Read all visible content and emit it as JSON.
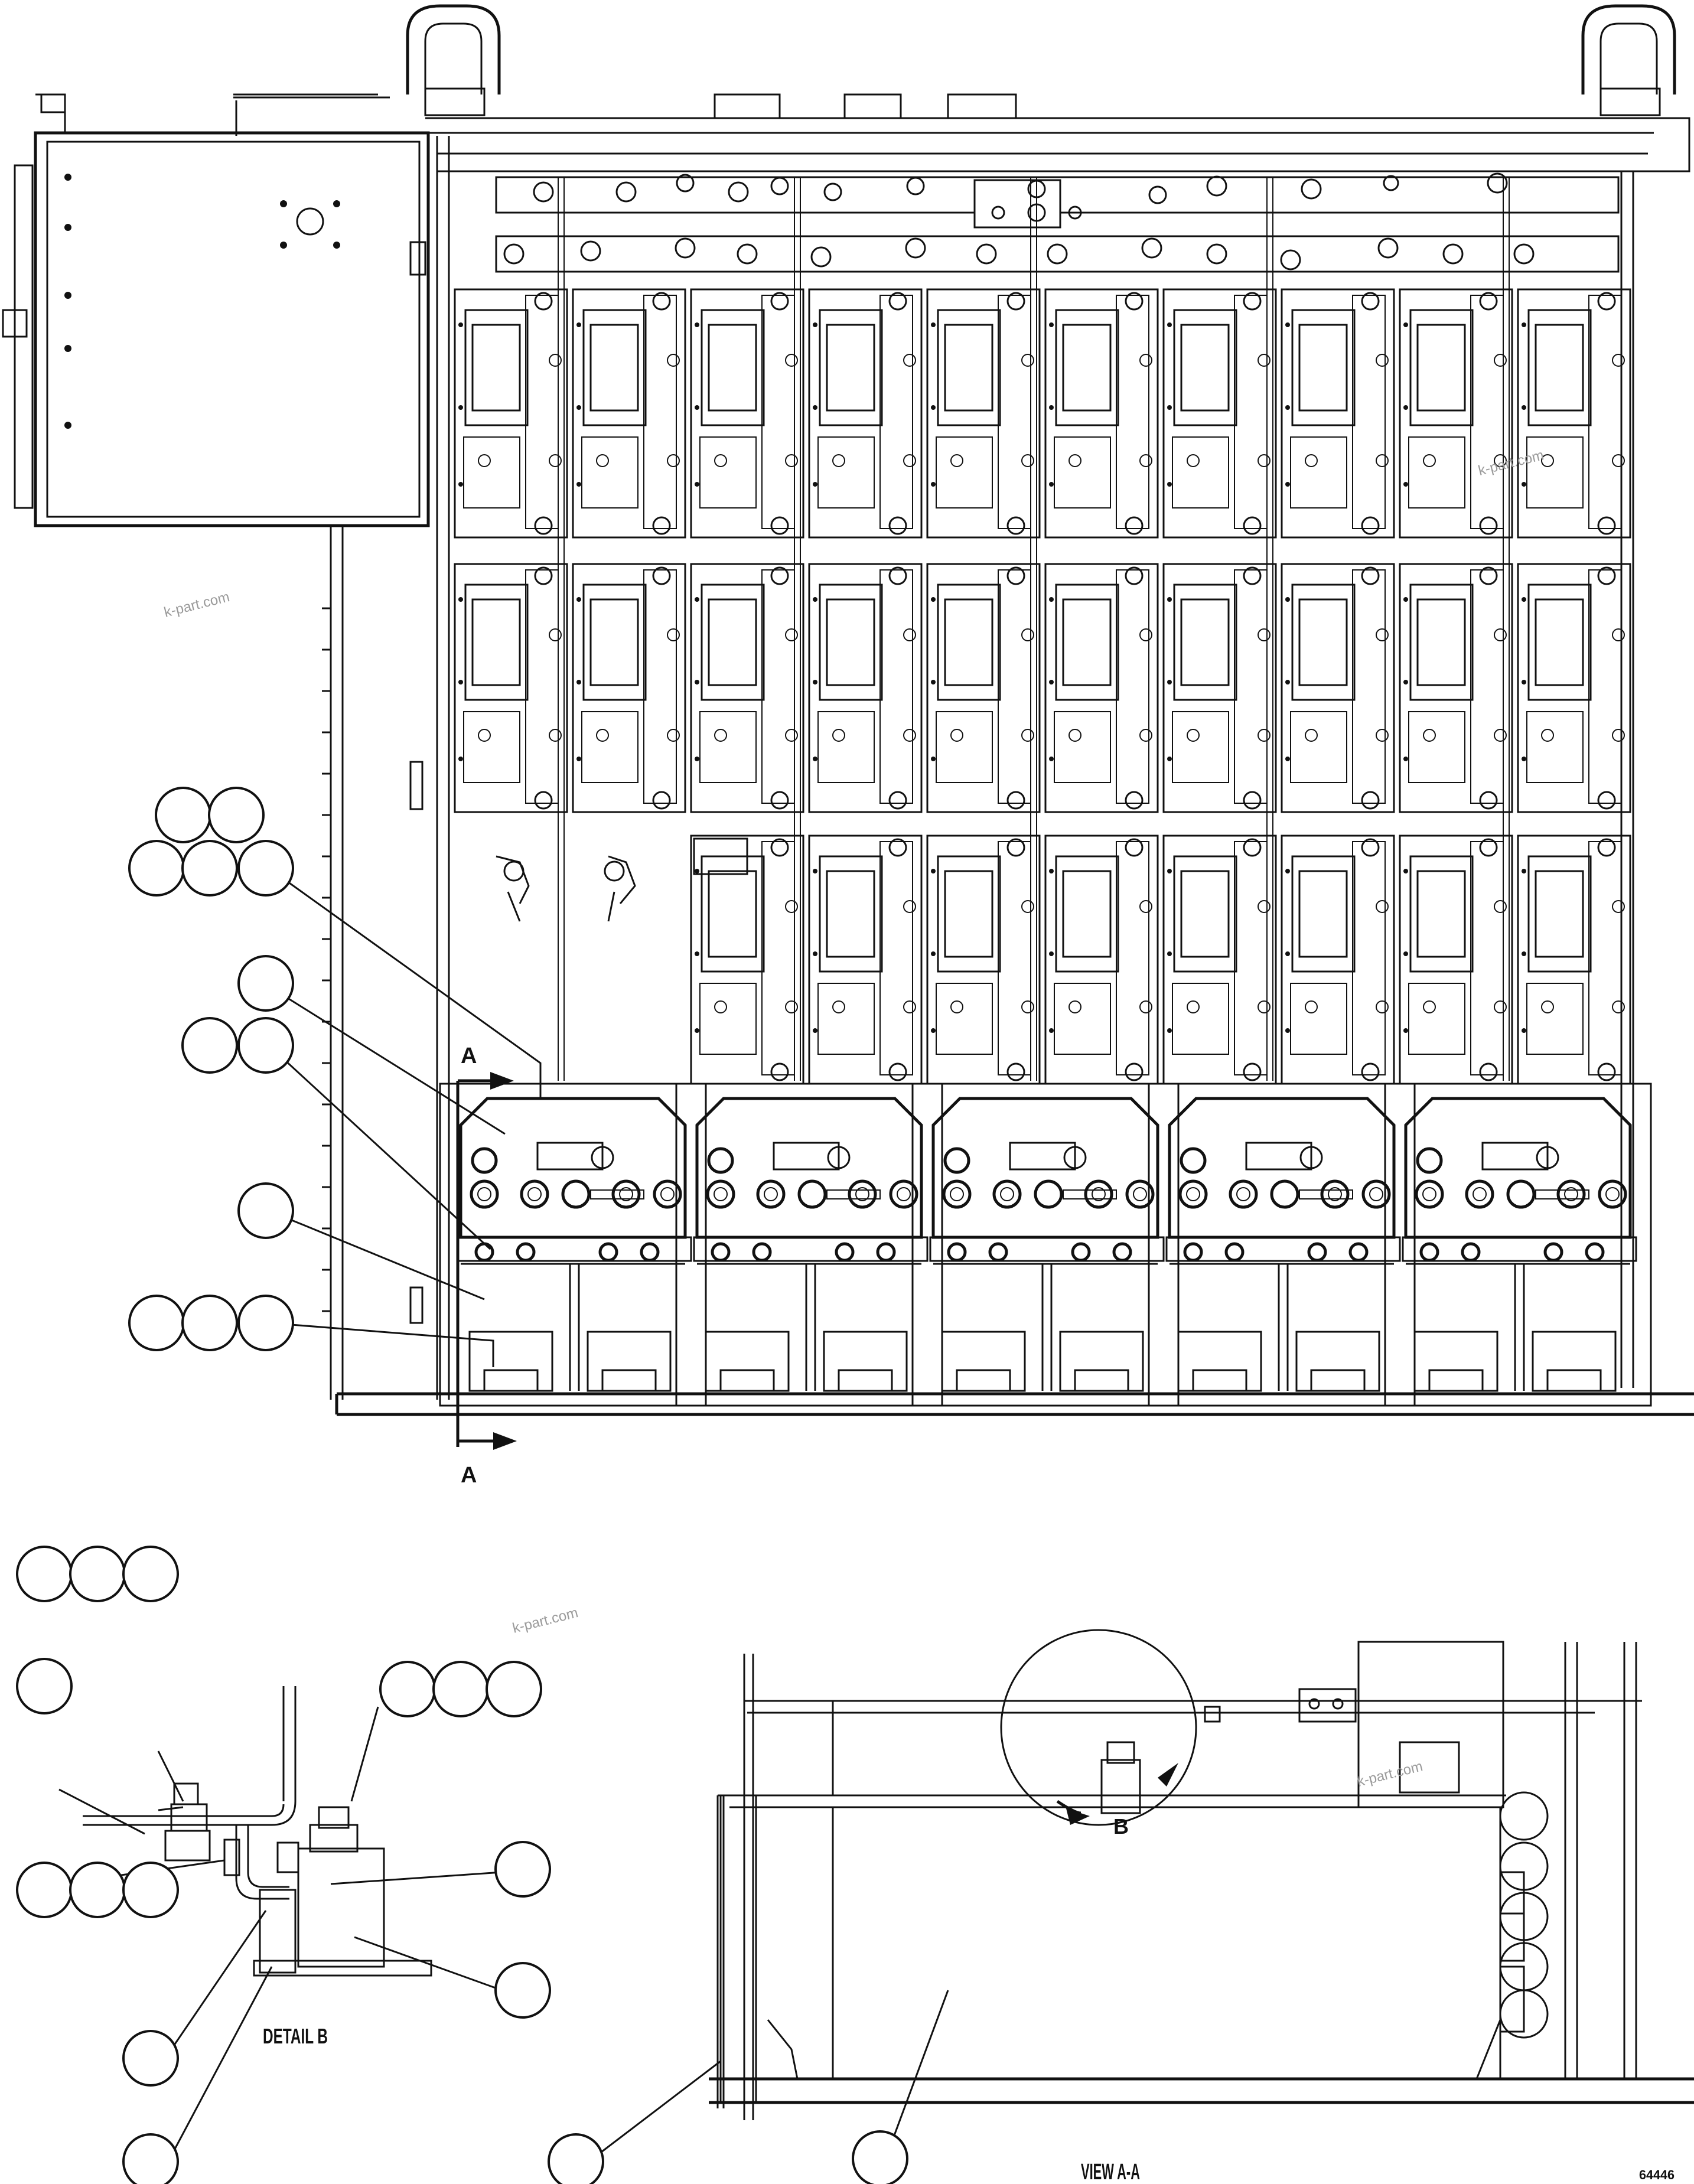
{
  "section_labels": {
    "section_top": "A",
    "section_bottom": "A",
    "detail_ref": "B",
    "detail_title": "DETAIL B",
    "view_title": "VIEW A-A"
  },
  "watermarks": [
    "k-part.com",
    "k-part.com",
    "k-part.com",
    "k-part.com"
  ],
  "drawing_number": "64446",
  "callout_groups": [
    {
      "group": "main-top-cluster",
      "balloons": 5
    },
    {
      "group": "main-single-a",
      "balloons": 1
    },
    {
      "group": "main-pair",
      "balloons": 2
    },
    {
      "group": "main-single-b",
      "balloons": 1
    },
    {
      "group": "main-triple",
      "balloons": 3
    },
    {
      "group": "detail-top-triple",
      "balloons": 3
    },
    {
      "group": "detail-left-single",
      "balloons": 1
    },
    {
      "group": "detail-right-triple",
      "balloons": 3
    },
    {
      "group": "detail-left-triple",
      "balloons": 3
    },
    {
      "group": "detail-right-single-a",
      "balloons": 1
    },
    {
      "group": "detail-right-single-b",
      "balloons": 1
    },
    {
      "group": "detail-bottom-single-a",
      "balloons": 1
    },
    {
      "group": "detail-bottom-single-b",
      "balloons": 1
    },
    {
      "group": "view-left-single",
      "balloons": 1
    },
    {
      "group": "view-bottom-single",
      "balloons": 1
    }
  ],
  "colors": {
    "ink": "#111111",
    "paper": "#ffffff",
    "watermark": "#9a9a9a"
  }
}
